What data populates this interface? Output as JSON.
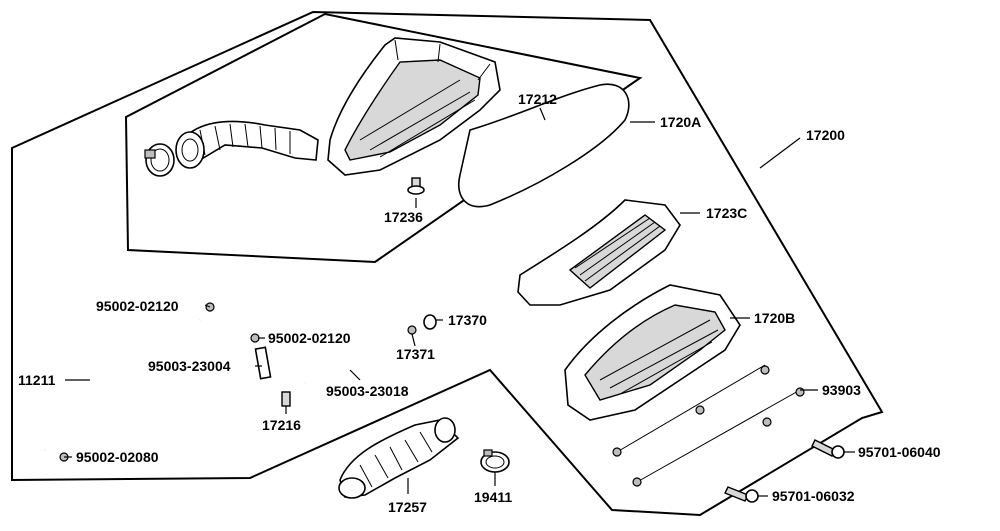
{
  "labels": {
    "l_17212": "17212",
    "l_1720a": "1720A",
    "l_17200": "17200",
    "l_17236": "17236",
    "l_1723c": "1723C",
    "l_1720b": "1720B",
    "l_95002_02120_a": "95002-02120",
    "l_95002_02120_b": "95002-02120",
    "l_17370": "17370",
    "l_17371": "17371",
    "l_95003_23004": "95003-23004",
    "l_95003_23018": "95003-23018",
    "l_11211": "11211",
    "l_17216": "17216",
    "l_93903": "93903",
    "l_95002_02080": "95002-02080",
    "l_95701_06040": "95701-06040",
    "l_95701_06032": "95701-06032",
    "l_17257": "17257",
    "l_19411": "19411"
  }
}
